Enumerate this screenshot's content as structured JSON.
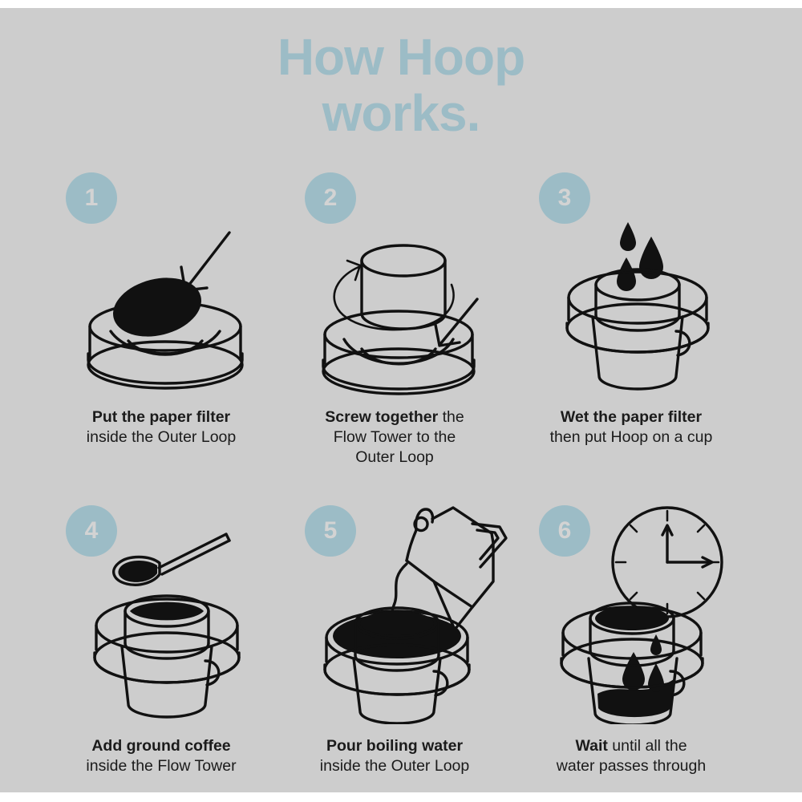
{
  "page": {
    "background_color": "#cdcdcd",
    "accent_color": "#9cbcc6",
    "ink_color": "#111111",
    "text_color": "#1b1b1b"
  },
  "title": {
    "line1": "How Hoop",
    "line2": "works."
  },
  "steps": [
    {
      "number": "1",
      "caption_bold": "Put the paper filter",
      "caption_rest": "",
      "caption_line2": "inside the Outer Loop",
      "caption_line3": "",
      "art": "outer-loop-with-paper-filter-and-arrow"
    },
    {
      "number": "2",
      "caption_bold": "Screw together",
      "caption_rest": " the",
      "caption_line2": "Flow Tower to the",
      "caption_line3": "Outer Loop",
      "art": "flow-tower-screwing-onto-outer-loop-with-rotation-arrow"
    },
    {
      "number": "3",
      "caption_bold": "Wet the paper filter",
      "caption_rest": "",
      "caption_line2": "then put Hoop on a cup",
      "caption_line3": "",
      "art": "hoop-on-cup-with-water-droplets"
    },
    {
      "number": "4",
      "caption_bold": "Add ground coffee",
      "caption_rest": "",
      "caption_line2": "inside the Flow Tower",
      "caption_line3": "",
      "art": "spoon-of-ground-coffee-over-hoop"
    },
    {
      "number": "5",
      "caption_bold": "Pour boiling water",
      "caption_rest": "",
      "caption_line2": "inside the Outer Loop",
      "caption_line3": "",
      "art": "kettle-pouring-water-into-hoop"
    },
    {
      "number": "6",
      "caption_bold": "Wait",
      "caption_rest": " until all the",
      "caption_line2": "water passes through",
      "caption_line3": "",
      "art": "clock-with-hoop-dripping-coffee-into-cup"
    }
  ]
}
